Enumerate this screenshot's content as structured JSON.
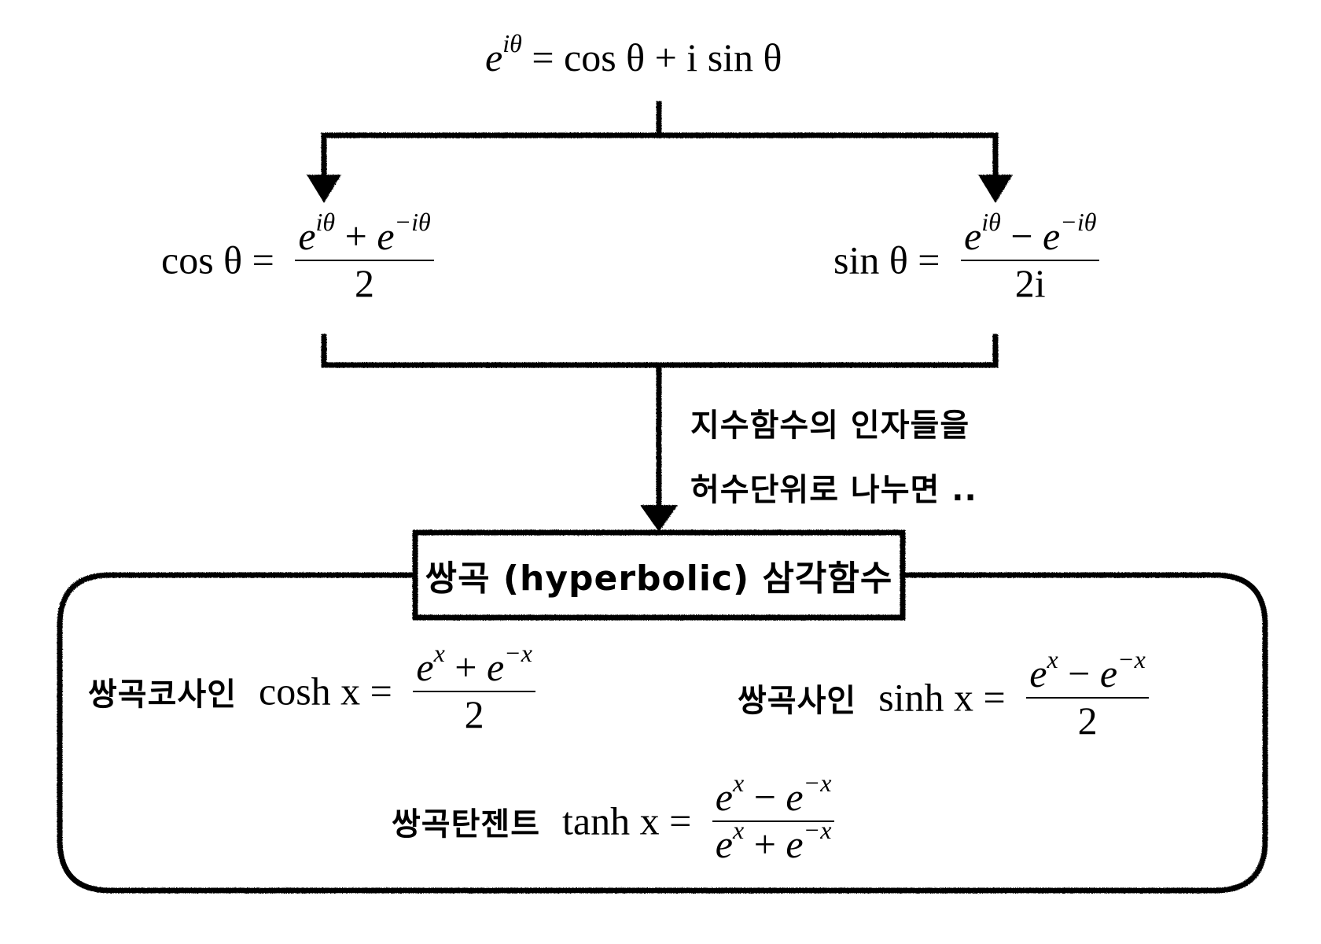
{
  "diagram": {
    "top_equation": {
      "lhs_base": "e",
      "lhs_exp": "iθ",
      "rhs": "= cos θ + i sin θ"
    },
    "cos_equation": {
      "lhs": "cos θ =",
      "num_a": "e",
      "num_a_exp": "iθ",
      "num_op": "+",
      "num_b": "e",
      "num_b_exp": "−iθ",
      "den": "2"
    },
    "sin_equation": {
      "lhs": "sin θ =",
      "num_a": "e",
      "num_a_exp": "iθ",
      "num_op": "−",
      "num_b": "e",
      "num_b_exp": "−iθ",
      "den": "2i"
    },
    "annotation": {
      "line1": "지수함수의 인자들을",
      "line2": "허수단위로 나누면 .."
    },
    "section_title": "쌍곡 (hyperbolic) 삼각함수",
    "hyperbolic": {
      "cosh": {
        "label": "쌍곡코사인",
        "lhs": "cosh x =",
        "num_a": "e",
        "num_a_exp": "x",
        "num_op": "+",
        "num_b": "e",
        "num_b_exp": "−x",
        "den": "2"
      },
      "sinh": {
        "label": "쌍곡사인",
        "lhs": "sinh x =",
        "num_a": "e",
        "num_a_exp": "x",
        "num_op": "−",
        "num_b": "e",
        "num_b_exp": "−x",
        "den": "2"
      },
      "tanh": {
        "label": "쌍곡탄젠트",
        "lhs": "tanh x =",
        "num_a": "e",
        "num_a_exp": "x",
        "num_op": "−",
        "num_b": "e",
        "num_b_exp": "−x",
        "den_a": "e",
        "den_a_exp": "x",
        "den_op": "+",
        "den_b": "e",
        "den_b_exp": "−x"
      }
    },
    "colors": {
      "ink": "#000000",
      "background": "#ffffff"
    }
  }
}
